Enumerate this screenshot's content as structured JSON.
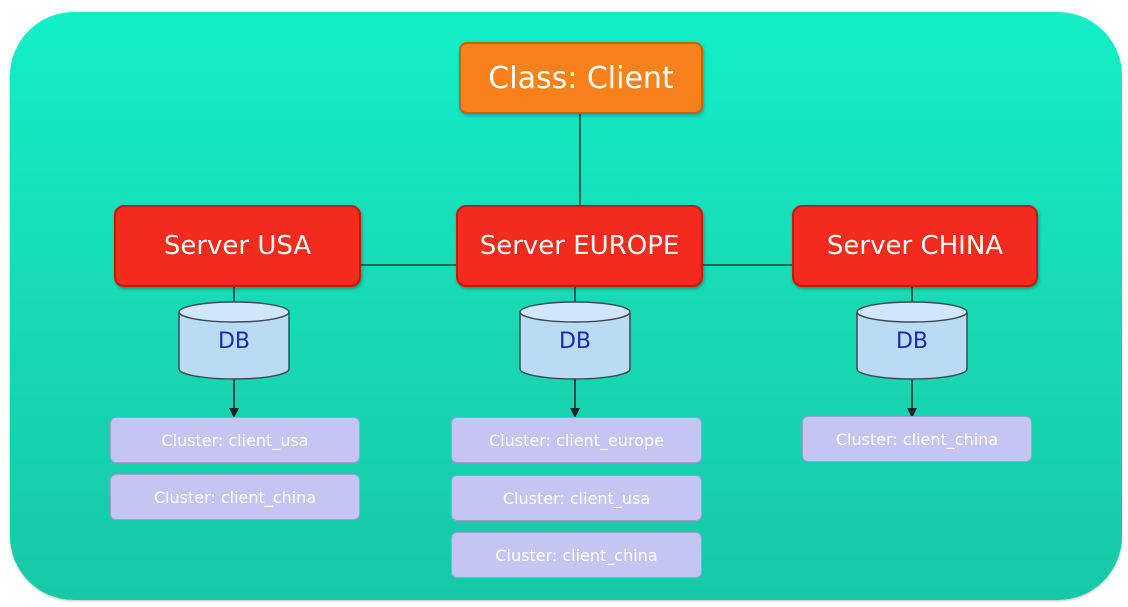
{
  "class_node": {
    "label": "Class: Client"
  },
  "servers": [
    {
      "label": "Server USA",
      "db_label": "DB",
      "clusters": [
        "Cluster: client_usa",
        "Cluster: client_china"
      ]
    },
    {
      "label": "Server EUROPE",
      "db_label": "DB",
      "clusters": [
        "Cluster: client_europe",
        "Cluster: client_usa",
        "Cluster: client_china"
      ]
    },
    {
      "label": "Server CHINA",
      "db_label": "DB",
      "clusters": [
        "Cluster: client_china"
      ]
    }
  ],
  "colors": {
    "panel": "#17dcb6",
    "class_box": "#f7821c",
    "server_box": "#f22b1c",
    "db_fill": "#b9dcf4",
    "db_text": "#1d2ba8",
    "cluster_fill": "#c5c5f1",
    "connector": "#2a3a35"
  }
}
